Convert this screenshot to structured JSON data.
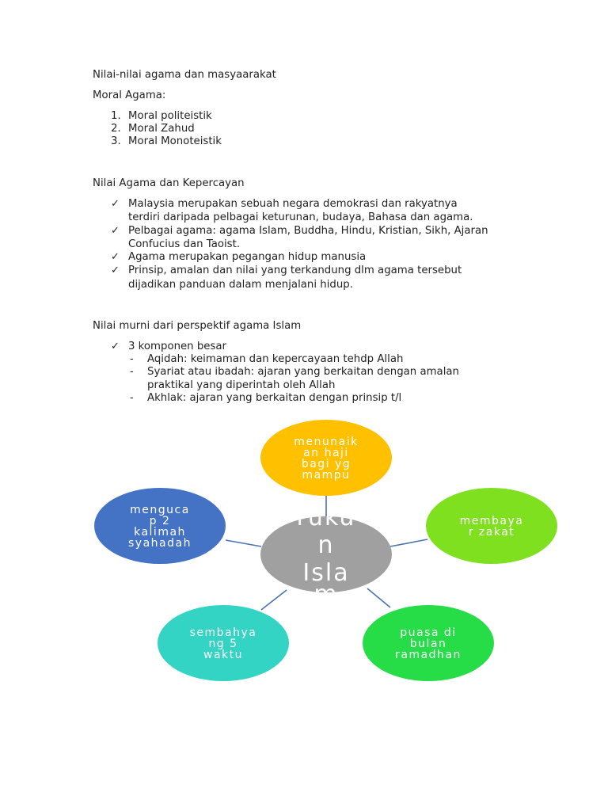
{
  "heading1": "Nilai-nilai agama dan masyaarakat",
  "moral_label": "Moral Agama:",
  "moral_list": [
    {
      "num": "1.",
      "text": "Moral politeistik"
    },
    {
      "num": "2.",
      "text": "Moral Zahud"
    },
    {
      "num": "3.",
      "text": "Moral Monoteistik"
    }
  ],
  "heading2": "Nilai Agama dan Kepercayan",
  "nilai_bullets": [
    [
      "Malaysia merupakan sebuah negara demokrasi dan rakyatnya",
      "terdiri daripada pelbagai keturunan, budaya, Bahasa dan agama."
    ],
    [
      "Pelbagai agama: agama Islam, Buddha, Hindu, Kristian, Sikh, Ajaran",
      "Confucius dan Taoist."
    ],
    [
      "Agama merupakan pegangan hidup manusia"
    ],
    [
      "Prinsip, amalan dan nilai yang terkandung dlm agama tersebut",
      "dijadikan panduan dalam menjalani hidup."
    ]
  ],
  "heading3": "Nilai murni dari perspektif agama Islam",
  "komponen_bullet": "3 komponen besar",
  "komponen_items": [
    [
      "Aqidah: keimaman dan kepercayaan tehdp Allah"
    ],
    [
      "Syariat atau ibadah: ajaran yang berkaitan dengan amalan",
      "praktikal yang diperintah oleh Allah"
    ],
    [
      "Akhlak: ajaran yang berkaitan dengan prinsip t/l"
    ]
  ],
  "diagram": {
    "center": {
      "lines": [
        "ruku",
        "n",
        "Isla",
        "m"
      ],
      "color": "#a0a0a0"
    },
    "nodes": [
      {
        "name": "top",
        "lines": [
          "menunaik",
          "an haji",
          "bagi yg",
          "mampu"
        ],
        "color": "#ffc000"
      },
      {
        "name": "right",
        "lines": [
          "membaya",
          "r zakat"
        ],
        "color": "#7fe020"
      },
      {
        "name": "bottom-right",
        "lines": [
          "puasa di",
          "bulan",
          "ramadhan"
        ],
        "color": "#26dd48"
      },
      {
        "name": "bottom-left",
        "lines": [
          "sembahya",
          "ng 5",
          "waktu"
        ],
        "color": "#33d4c4"
      },
      {
        "name": "left",
        "lines": [
          "menguca",
          "p 2",
          "kalimah",
          "syahadah"
        ],
        "color": "#4472c4"
      }
    ],
    "connector_color": "#4a72b0"
  }
}
